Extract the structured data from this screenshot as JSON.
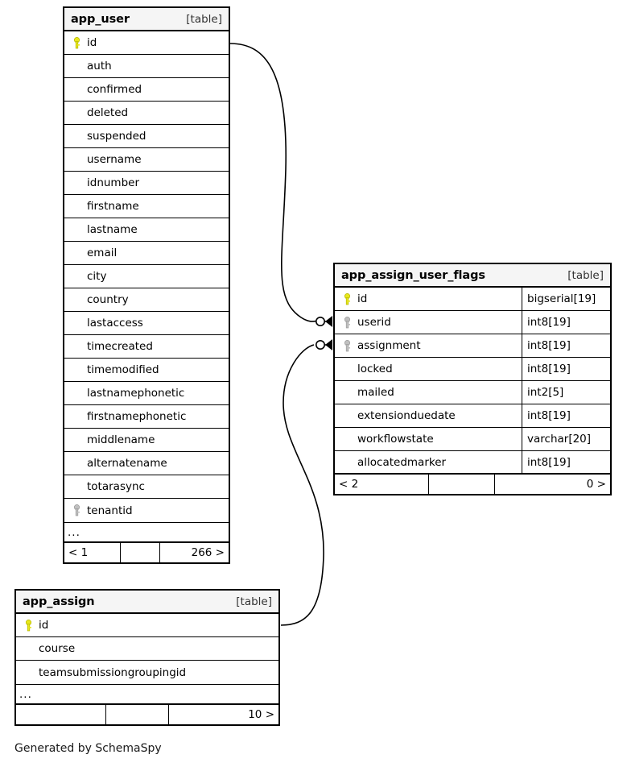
{
  "diagram": {
    "footer_note": "Generated by SchemaSpy",
    "table_tag": "[table]",
    "ellipsis": "...",
    "key_icons": {
      "primary": "primary-key-icon",
      "foreign": "foreign-key-icon"
    },
    "colors": {
      "primary_key": "#e8e81c",
      "foreign_key": "#a8a8a8",
      "header_bg": "#f5f5f5",
      "border": "#000000",
      "background": "#ffffff"
    }
  },
  "tables": [
    {
      "name": "app_user",
      "tag": "[table]",
      "columns": [
        {
          "name": "id",
          "key": "primary",
          "type": ""
        },
        {
          "name": "auth",
          "key": "none",
          "type": ""
        },
        {
          "name": "confirmed",
          "key": "none",
          "type": ""
        },
        {
          "name": "deleted",
          "key": "none",
          "type": ""
        },
        {
          "name": "suspended",
          "key": "none",
          "type": ""
        },
        {
          "name": "username",
          "key": "none",
          "type": ""
        },
        {
          "name": "idnumber",
          "key": "none",
          "type": ""
        },
        {
          "name": "firstname",
          "key": "none",
          "type": ""
        },
        {
          "name": "lastname",
          "key": "none",
          "type": ""
        },
        {
          "name": "email",
          "key": "none",
          "type": ""
        },
        {
          "name": "city",
          "key": "none",
          "type": ""
        },
        {
          "name": "country",
          "key": "none",
          "type": ""
        },
        {
          "name": "lastaccess",
          "key": "none",
          "type": ""
        },
        {
          "name": "timecreated",
          "key": "none",
          "type": ""
        },
        {
          "name": "timemodified",
          "key": "none",
          "type": ""
        },
        {
          "name": "lastnamephonetic",
          "key": "none",
          "type": ""
        },
        {
          "name": "firstnamephonetic",
          "key": "none",
          "type": ""
        },
        {
          "name": "middlename",
          "key": "none",
          "type": ""
        },
        {
          "name": "alternatename",
          "key": "none",
          "type": ""
        },
        {
          "name": "totarasync",
          "key": "none",
          "type": ""
        },
        {
          "name": "tenantid",
          "key": "foreign",
          "type": ""
        }
      ],
      "has_ellipsis": true,
      "show_types": false,
      "footer": {
        "left": "< 1",
        "middle": "",
        "right": "266 >"
      }
    },
    {
      "name": "app_assign_user_flags",
      "tag": "[table]",
      "columns": [
        {
          "name": "id",
          "key": "primary",
          "type": "bigserial[19]"
        },
        {
          "name": "userid",
          "key": "foreign",
          "type": "int8[19]"
        },
        {
          "name": "assignment",
          "key": "foreign",
          "type": "int8[19]"
        },
        {
          "name": "locked",
          "key": "none",
          "type": "int8[19]"
        },
        {
          "name": "mailed",
          "key": "none",
          "type": "int2[5]"
        },
        {
          "name": "extensionduedate",
          "key": "none",
          "type": "int8[19]"
        },
        {
          "name": "workflowstate",
          "key": "none",
          "type": "varchar[20]"
        },
        {
          "name": "allocatedmarker",
          "key": "none",
          "type": "int8[19]"
        }
      ],
      "has_ellipsis": false,
      "show_types": true,
      "footer": {
        "left": "< 2",
        "middle": "",
        "right": "0 >"
      }
    },
    {
      "name": "app_assign",
      "tag": "[table]",
      "columns": [
        {
          "name": "id",
          "key": "primary",
          "type": ""
        },
        {
          "name": "course",
          "key": "none",
          "type": ""
        },
        {
          "name": "teamsubmissiongroupingid",
          "key": "none",
          "type": ""
        }
      ],
      "has_ellipsis": true,
      "show_types": false,
      "footer": {
        "left": "",
        "middle": "",
        "right": "10 >"
      }
    }
  ],
  "relationships": [
    {
      "from_table": "app_user",
      "from_column": "id",
      "to_table": "app_assign_user_flags",
      "to_column": "userid",
      "cardinality": "zero-or-many"
    },
    {
      "from_table": "app_assign",
      "from_column": "id",
      "to_table": "app_assign_user_flags",
      "to_column": "assignment",
      "cardinality": "zero-or-many"
    }
  ]
}
